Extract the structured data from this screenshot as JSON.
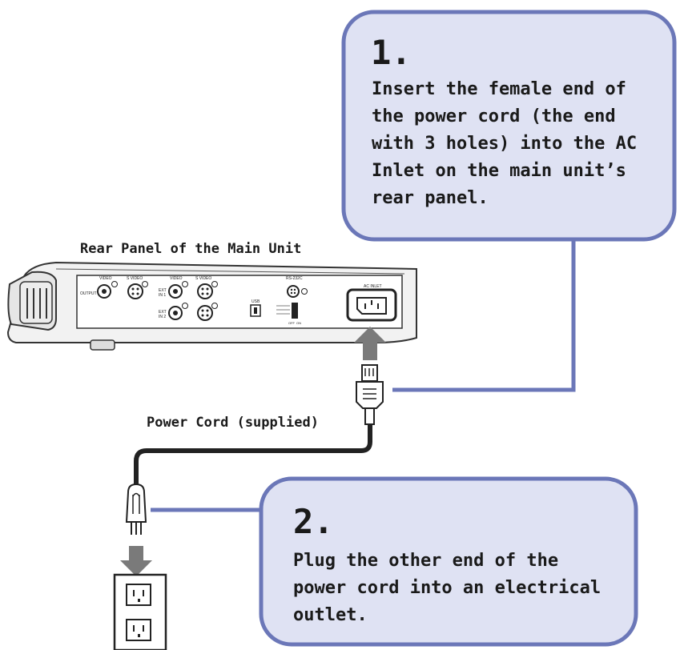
{
  "colors": {
    "callout_fill": "#dfe2f3",
    "callout_stroke": "#6b77b8",
    "connector": "#6b77b8",
    "arrow": "#7a7a7a",
    "cord": "#222222"
  },
  "panel_label": "Rear Panel of the Main Unit",
  "cord_label": "Power Cord (supplied)",
  "step1": {
    "number": "1.",
    "lines": [
      "Insert the female end of",
      "the power cord (the end",
      "with 3 holes) into the AC",
      "Inlet on the main unit’s",
      "rear panel."
    ]
  },
  "step2": {
    "number": "2.",
    "lines": [
      "Plug the other end of the",
      "power cord into an electrical",
      "outlet."
    ]
  },
  "panel_text": {
    "video1": "VIDEO",
    "svideo1": "S VIDEO",
    "output": "OUTPUT",
    "video2": "VIDEO",
    "svideo2": "S VIDEO",
    "ext_in1": "EXT",
    "ext_in1b": "IN 1",
    "ext_in2": "EXT",
    "ext_in2b": "IN 2",
    "usb": "USB",
    "rs232c": "RS-232C",
    "ac_inlet": "AC INLET",
    "off": "OFF",
    "on": "ON"
  },
  "icons": [
    "up-arrow-icon",
    "down-arrow-icon",
    "plug-icon",
    "outlet-icon"
  ]
}
